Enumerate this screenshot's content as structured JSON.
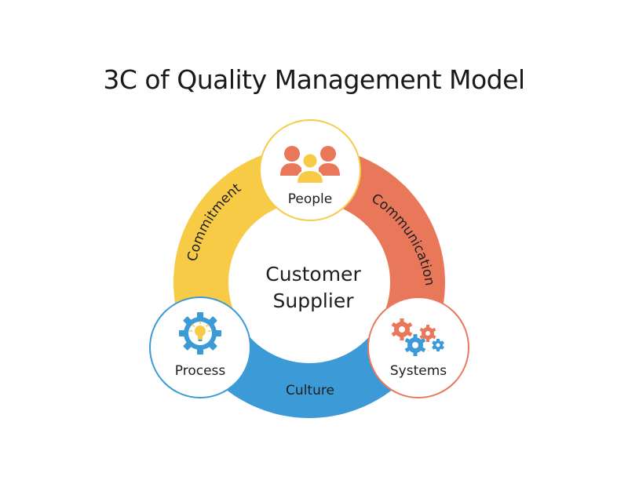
{
  "title": "3C of Quality Management Model",
  "center": {
    "line1": "Customer",
    "line2": "Supplier"
  },
  "nodes": {
    "people": "People",
    "process": "Process",
    "systems": "Systems"
  },
  "arcs": {
    "commitment": "Commitment",
    "communication": "Communication",
    "culture": "Culture"
  },
  "colors": {
    "commitment": "#f7cb45",
    "communication": "#e9785a",
    "culture": "#3c9ad6",
    "people_icon": "#e9785a",
    "people_icon_center": "#f7cb45",
    "gear_blue": "#3c9ad6",
    "gear_red": "#e9785a",
    "bulb": "#f7cb45"
  },
  "icons": {
    "people": "people-group-icon",
    "process": "gear-lightbulb-icon",
    "systems": "gears-icon"
  }
}
